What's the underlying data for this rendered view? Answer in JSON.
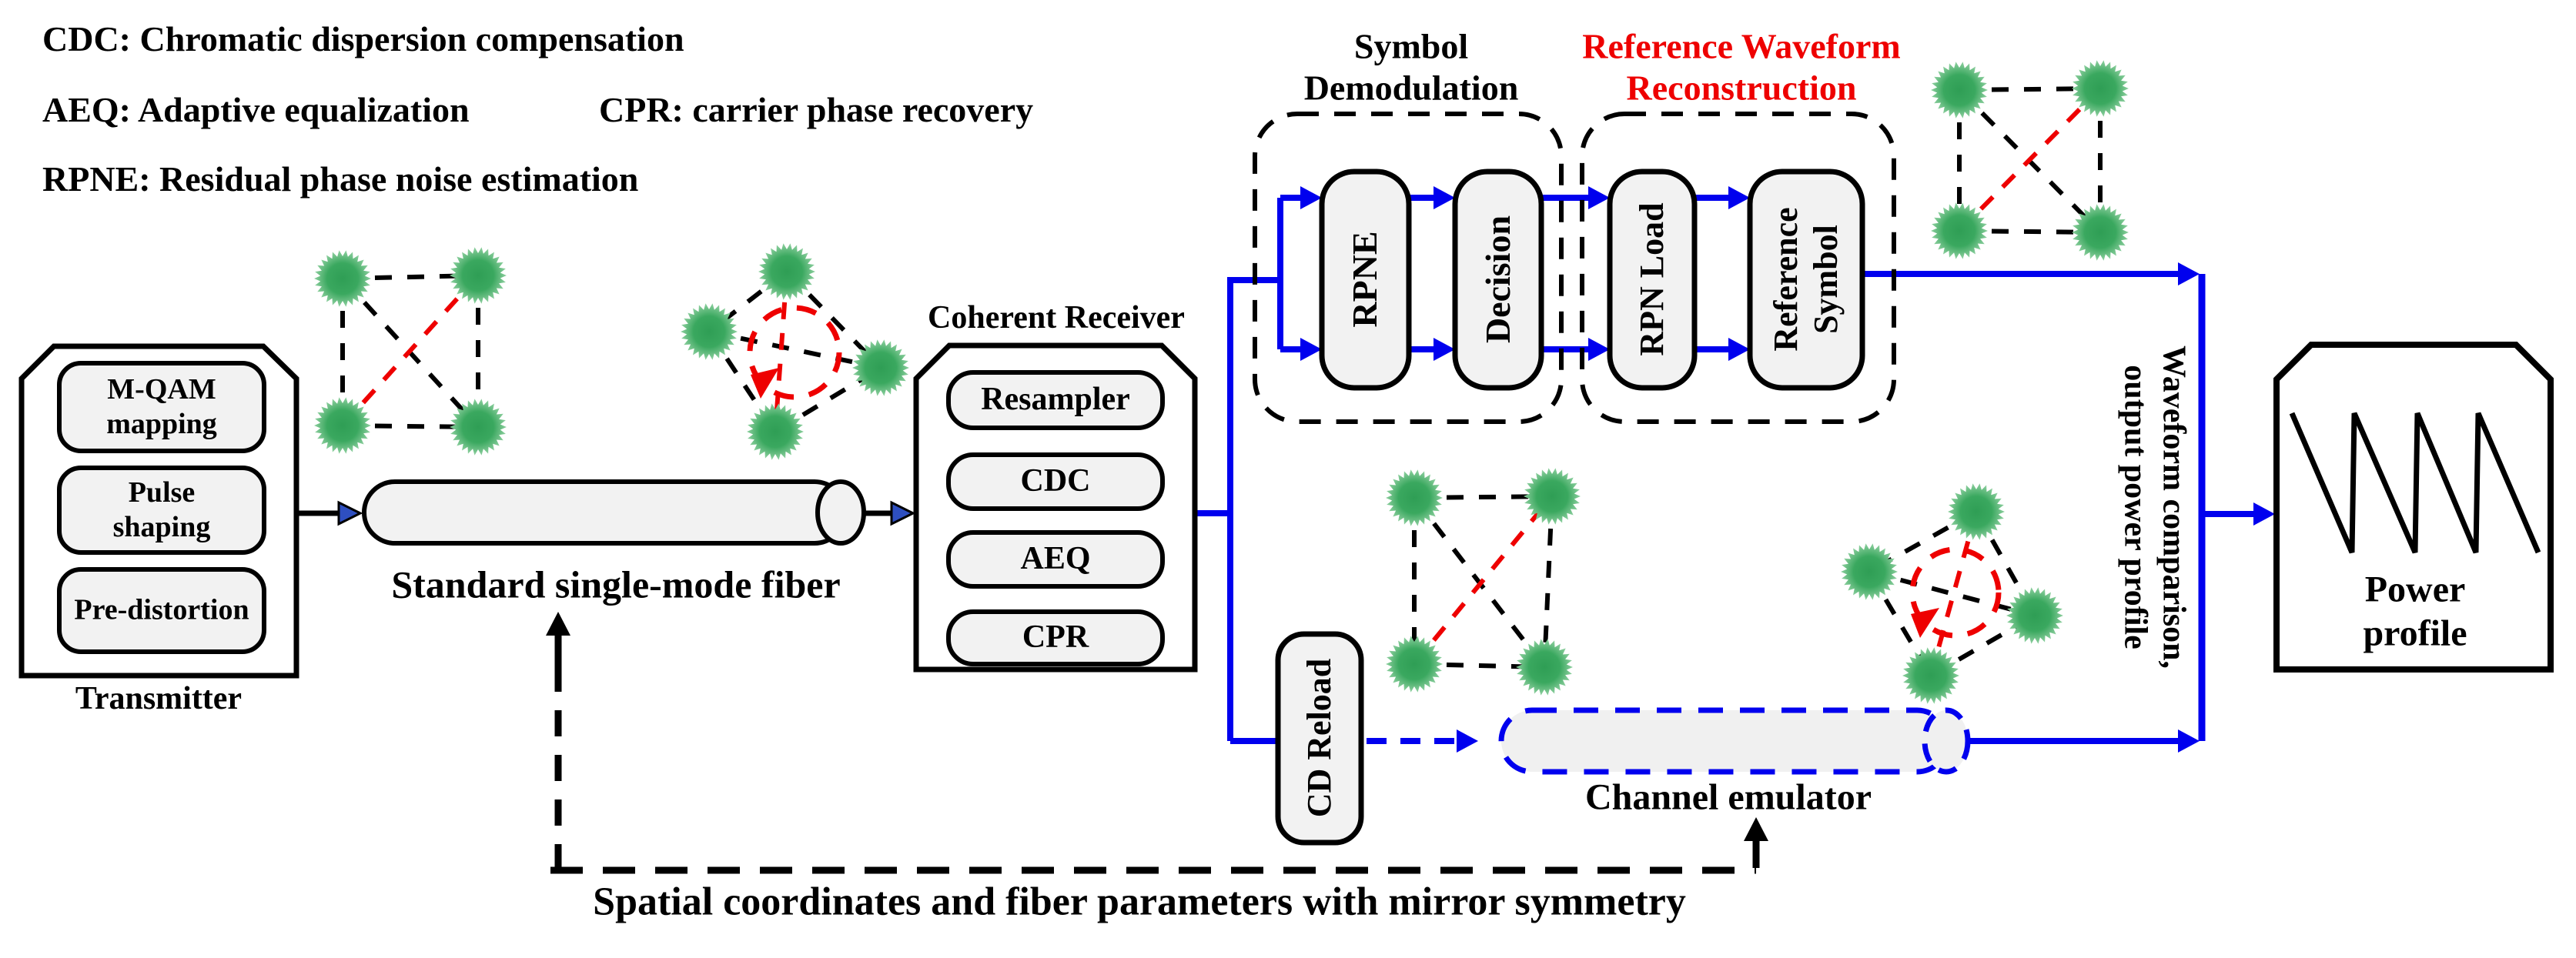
{
  "legend": {
    "cdc": "CDC: Chromatic dispersion compensation",
    "aeq": "AEQ: Adaptive equalization",
    "cpr": "CPR: carrier phase recovery",
    "rpne": "RPNE: Residual phase noise estimation"
  },
  "transmitter": {
    "label": "Transmitter",
    "block1": "M-QAM\nmapping",
    "block2": "Pulse\nshaping",
    "block3": "Pre-distortion"
  },
  "fiber": {
    "label": "Standard single-mode fiber"
  },
  "receiver": {
    "label": "Coherent Receiver",
    "block1": "Resampler",
    "block2": "CDC",
    "block3": "AEQ",
    "block4": "CPR"
  },
  "demodulation": {
    "label": "Symbol\nDemodulation",
    "block1": "RPNE",
    "block2": "Decision"
  },
  "reconstruction": {
    "label": "Reference Waveform\nReconstruction",
    "block1": "RPN Load",
    "block2": "Reference\nSymbol"
  },
  "lower_path": {
    "cd_reload": "CD Reload",
    "emulator": "Channel emulator"
  },
  "comparison": {
    "annotation": "Waveform comparison,\noutput power profile"
  },
  "power_profile": {
    "label": "Power profile"
  },
  "feedback": {
    "label": "Spatial coordinates and fiber parameters with mirror symmetry"
  },
  "colors": {
    "accent_blue": "#0000ee",
    "arrow_tip_blue": "#2e4fc0",
    "alert_red": "#ee0000",
    "burst_green_core": "#2f9e55",
    "burst_green_edge": "#8fd0a0",
    "box_fill": "#f2f2f2",
    "line_black": "#000000"
  }
}
